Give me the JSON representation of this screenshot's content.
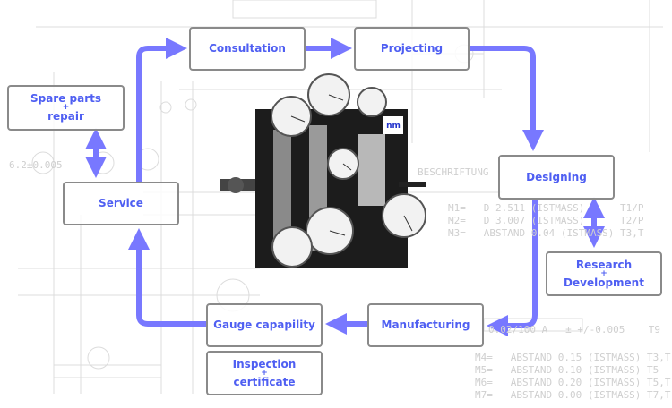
{
  "colors": {
    "arrow": "#7878ff",
    "label": "#4f5ff2",
    "box_border": "#8a8a8a",
    "drawing": "#d6d6d6"
  },
  "nodes": {
    "consultation": {
      "label": "Consultation"
    },
    "projecting": {
      "label": "Projecting"
    },
    "designing": {
      "label": "Designing"
    },
    "research": {
      "line1": "Research",
      "plus": "+",
      "line2": "Development"
    },
    "manufacturing": {
      "label": "Manufacturing"
    },
    "gauge": {
      "label": "Gauge capapility"
    },
    "inspection": {
      "line1": "Inspection",
      "plus": "+",
      "line2": "certificate"
    },
    "service": {
      "label": "Service"
    },
    "spare": {
      "line1": "Spare parts",
      "plus": "+",
      "line2": "repair"
    }
  },
  "photo": {
    "logo_text": "nm"
  },
  "drawing": {
    "heading": "BESCHRIFTUNG",
    "rows": [
      "M1=   D 2.511 (ISTMASS)      T1/P",
      "M2=   D 3.007 (ISTMASS)      T2/P",
      "M3=   ABSTAND 0.04 (ISTMASS) T3,T",
      "M4=   ABSTAND 0.15 (ISTMASS) T3,T",
      "M5=   ABSTAND 0.10 (ISTMASS) T5",
      "M6=   ABSTAND 0.20 (ISTMASS) T5,T",
      "M7=   ABSTAND 0.00 (ISTMASS) T7,T"
    ],
    "tol": "0.02/100 A   ± +/-0.005    T9",
    "dim1": "6.2±0.005"
  }
}
